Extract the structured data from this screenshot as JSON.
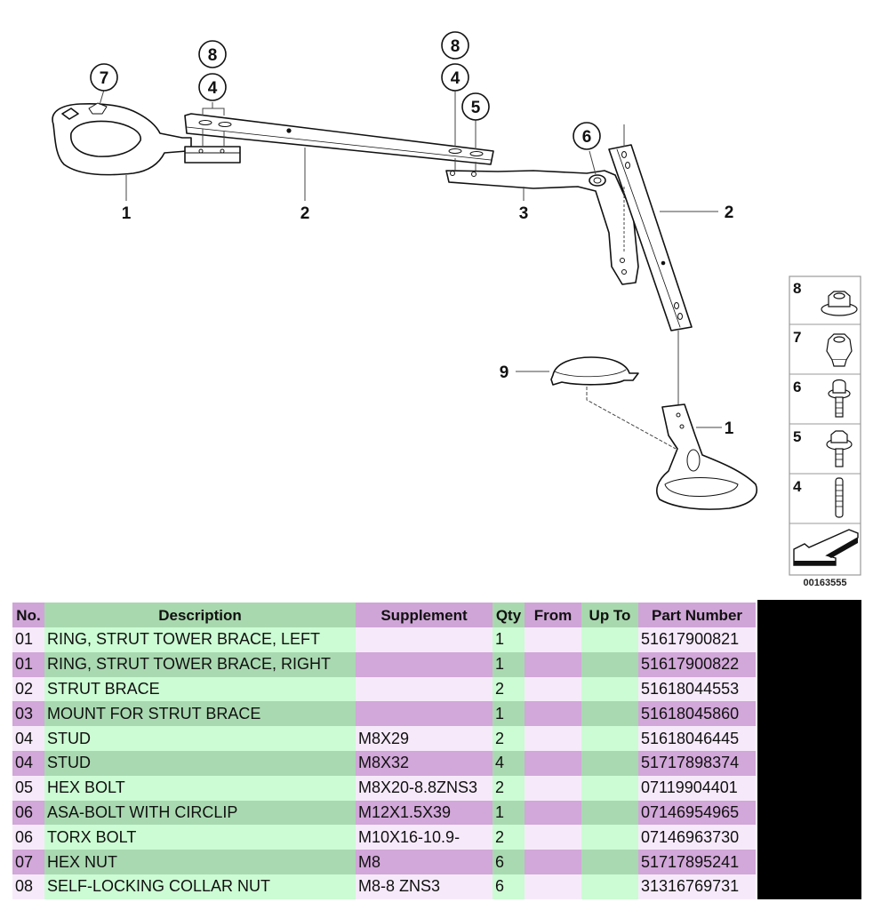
{
  "diagram": {
    "drawing_code": "00163555",
    "callouts": [
      {
        "id": "c7",
        "label": "7"
      },
      {
        "id": "c8a",
        "label": "8"
      },
      {
        "id": "c4a",
        "label": "4"
      },
      {
        "id": "c8b",
        "label": "8"
      },
      {
        "id": "c4b",
        "label": "4"
      },
      {
        "id": "c5",
        "label": "5"
      },
      {
        "id": "c6",
        "label": "6"
      }
    ],
    "labels": [
      {
        "id": "l1a",
        "label": "1"
      },
      {
        "id": "l2a",
        "label": "2"
      },
      {
        "id": "l3",
        "label": "3"
      },
      {
        "id": "l2b",
        "label": "2"
      },
      {
        "id": "l9",
        "label": "9"
      },
      {
        "id": "l1b",
        "label": "1"
      }
    ],
    "hardware_legend": [
      {
        "label": "8",
        "icon": "collar-nut-icon"
      },
      {
        "label": "7",
        "icon": "hex-nut-icon"
      },
      {
        "label": "6",
        "icon": "torx-bolt-icon"
      },
      {
        "label": "5",
        "icon": "hex-bolt-icon"
      },
      {
        "label": "4",
        "icon": "stud-icon"
      }
    ],
    "direction_icon": "front-direction-arrow-icon"
  },
  "table": {
    "headers": [
      "No.",
      "Description",
      "Supplement",
      "Qty",
      "From",
      "Up To",
      "Part Number"
    ],
    "rows": [
      {
        "no": "01",
        "description": "RING, STRUT TOWER BRACE, LEFT",
        "supplement": "",
        "qty": "1",
        "from": "",
        "upto": "",
        "part_number": "51617900821"
      },
      {
        "no": "01",
        "description": "RING, STRUT TOWER BRACE, RIGHT",
        "supplement": "",
        "qty": "1",
        "from": "",
        "upto": "",
        "part_number": "51617900822"
      },
      {
        "no": "02",
        "description": "STRUT BRACE",
        "supplement": "",
        "qty": "2",
        "from": "",
        "upto": "",
        "part_number": "51618044553"
      },
      {
        "no": "03",
        "description": "MOUNT FOR STRUT BRACE",
        "supplement": "",
        "qty": "1",
        "from": "",
        "upto": "",
        "part_number": "51618045860"
      },
      {
        "no": "04",
        "description": "STUD",
        "supplement": "M8X29",
        "qty": "2",
        "from": "",
        "upto": "",
        "part_number": "51618046445"
      },
      {
        "no": "04",
        "description": "STUD",
        "supplement": "M8X32",
        "qty": "4",
        "from": "",
        "upto": "",
        "part_number": "51717898374"
      },
      {
        "no": "05",
        "description": "HEX BOLT",
        "supplement": "M8X20-8.8ZNS3",
        "qty": "2",
        "from": "",
        "upto": "",
        "part_number": "07119904401"
      },
      {
        "no": "06",
        "description": "ASA-BOLT WITH CIRCLIP",
        "supplement": "M12X1.5X39",
        "qty": "1",
        "from": "",
        "upto": "",
        "part_number": "07146954965"
      },
      {
        "no": "06",
        "description": "TORX BOLT",
        "supplement": "M10X16-10.9-",
        "qty": "2",
        "from": "",
        "upto": "",
        "part_number": "07146963730"
      },
      {
        "no": "07",
        "description": "HEX NUT",
        "supplement": "M8",
        "qty": "6",
        "from": "",
        "upto": "",
        "part_number": "51717895241"
      },
      {
        "no": "08",
        "description": "SELF-LOCKING COLLAR NUT",
        "supplement": "M8-8 ZNS3",
        "qty": "6",
        "from": "",
        "upto": "",
        "part_number": "31316769731"
      }
    ]
  },
  "colors": {
    "header_purple": "#cfa5d7",
    "header_green": "#a8d8ad",
    "row_light_purple": "#f6eafa",
    "row_light_green": "#ccfcd3",
    "row_dark_purple": "#d2a7d9",
    "row_dark_green": "#a9d9b0",
    "redaction": "#000000"
  }
}
